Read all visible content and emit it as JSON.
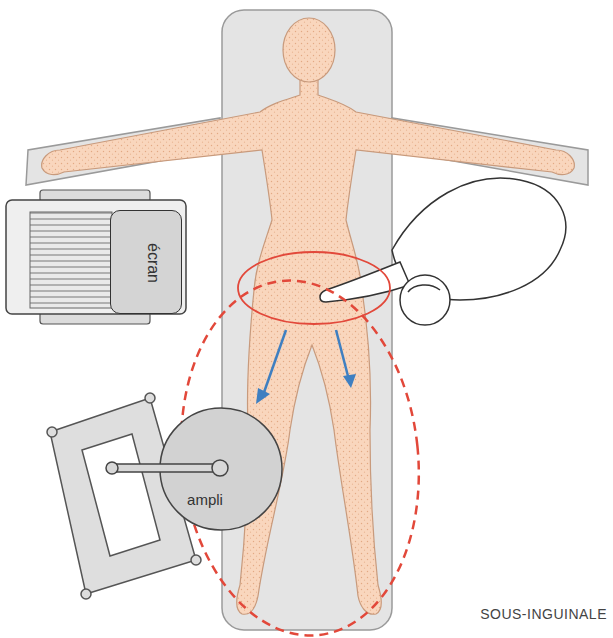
{
  "diagram": {
    "nodes": [
      {
        "text": [
          "écran"
        ]
      },
      {
        "text": [
          "ampli"
        ]
      }
    ],
    "labels": [
      "SOUS-INGUINALE"
    ]
  }
}
